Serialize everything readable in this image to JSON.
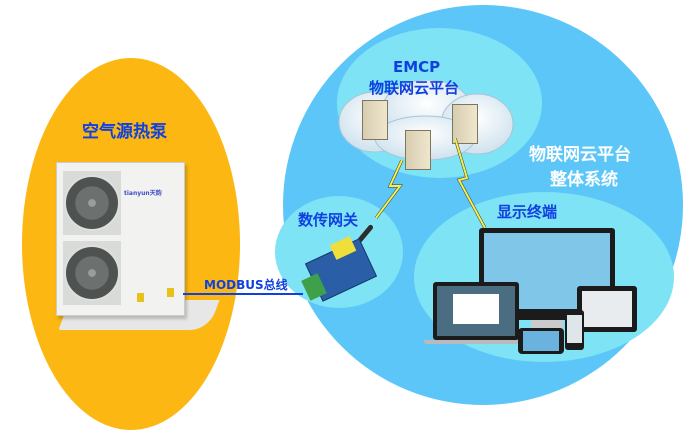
{
  "diagram": {
    "title": "物联网云平台整体系统",
    "nodes": {
      "heat_pump": {
        "label": "空气源热泵",
        "brand": "tianyun天韵"
      },
      "cloud": {
        "label_line1": "EMCP",
        "label_line2": "物联网云平台"
      },
      "system": {
        "label_line1": "物联网云平台",
        "label_line2": "整体系统"
      },
      "gateway": {
        "label": "数传网关"
      },
      "display": {
        "label": "显示终端"
      }
    },
    "edges": [
      {
        "from": "heat_pump",
        "to": "gateway",
        "label": "MODBUS总线",
        "type": "wired"
      },
      {
        "from": "gateway",
        "to": "cloud",
        "label": "",
        "type": "wireless"
      },
      {
        "from": "cloud",
        "to": "display",
        "label": "",
        "type": "wireless"
      }
    ],
    "colors": {
      "heat_pump_bg": "#fcb712",
      "system_bg": "#5cc6f8",
      "sub_bg": "#7fe3f6",
      "label_blue": "#1040e0",
      "label_white": "#ffffff",
      "lightning": "#f3f04a"
    }
  }
}
